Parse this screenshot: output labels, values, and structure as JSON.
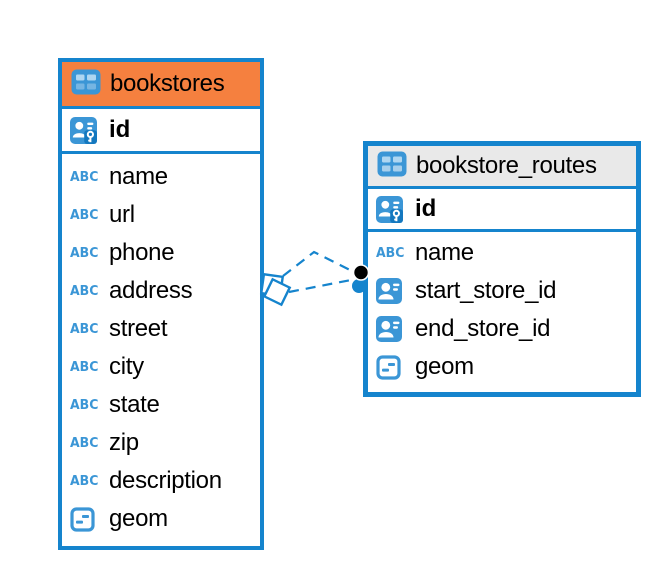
{
  "colors": {
    "accent_blue": "#1584cd",
    "icon_blue": "#3b96d6",
    "highlight_orange": "#f5803f",
    "header_gray": "#e9e9e9",
    "text": "#000000",
    "background": "#ffffff",
    "connector_dot_black": "#000000"
  },
  "diagram": {
    "tables": [
      {
        "name": "bookstores",
        "header_style": "orange",
        "primary_key": "id",
        "columns": [
          {
            "label": "name",
            "type": "text"
          },
          {
            "label": "url",
            "type": "text"
          },
          {
            "label": "phone",
            "type": "text"
          },
          {
            "label": "address",
            "type": "text"
          },
          {
            "label": "street",
            "type": "text"
          },
          {
            "label": "city",
            "type": "text"
          },
          {
            "label": "state",
            "type": "text"
          },
          {
            "label": "zip",
            "type": "text"
          },
          {
            "label": "description",
            "type": "text"
          },
          {
            "label": "geom",
            "type": "geometry"
          }
        ]
      },
      {
        "name": "bookstore_routes",
        "header_style": "gray",
        "primary_key": "id",
        "columns": [
          {
            "label": "name",
            "type": "text"
          },
          {
            "label": "start_store_id",
            "type": "reference"
          },
          {
            "label": "end_store_id",
            "type": "reference"
          },
          {
            "label": "geom",
            "type": "geometry"
          }
        ]
      }
    ],
    "relationships": [
      {
        "between": [
          "bookstores",
          "bookstore_routes"
        ],
        "style": "dashed"
      },
      {
        "between": [
          "bookstores",
          "bookstore_routes"
        ],
        "style": "dashed"
      }
    ]
  }
}
